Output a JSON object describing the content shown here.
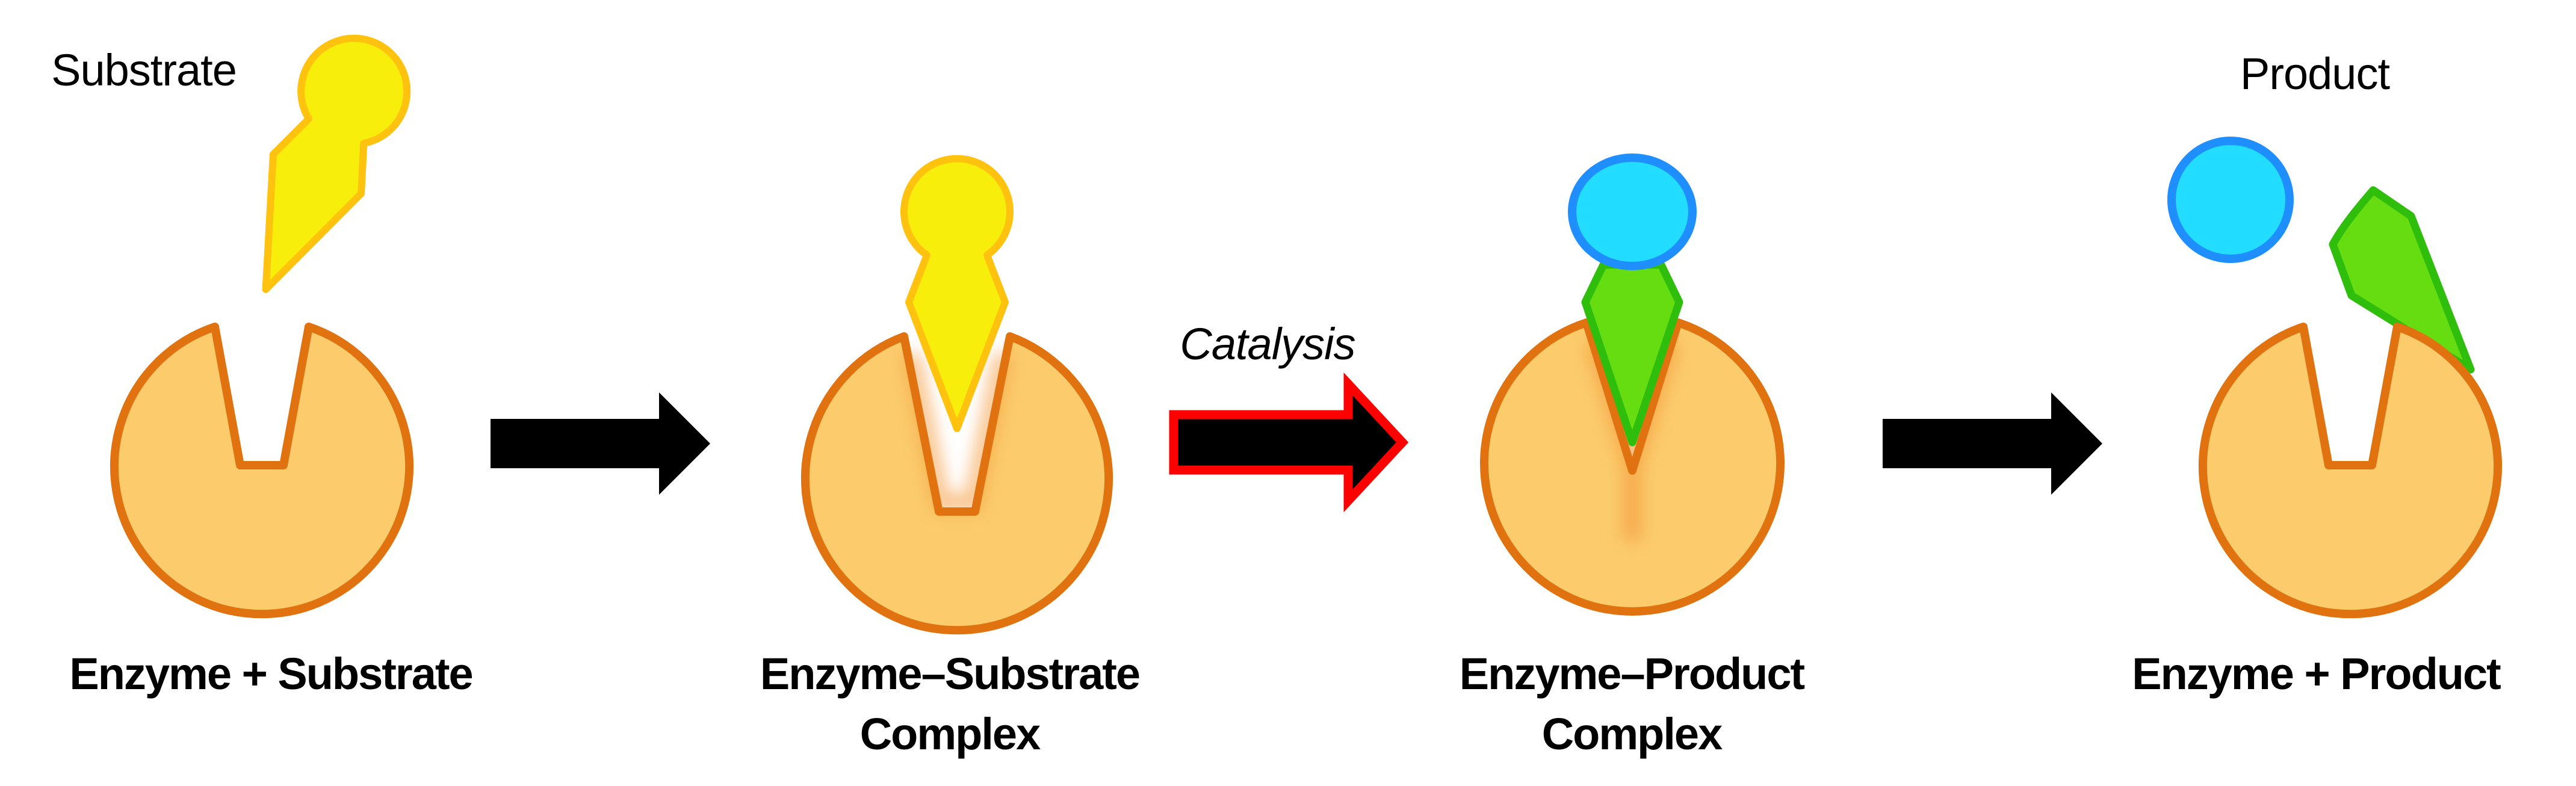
{
  "diagram": {
    "substrate_title": "Substrate",
    "product_title": "Product",
    "catalysis_label": "Catalysis",
    "stages": {
      "s1": "Enzyme + Substrate",
      "s2_line1": "Enzyme–Substrate",
      "s2_line2": "Complex",
      "s3_line1": "Enzyme–Product",
      "s3_line2": "Complex",
      "s4": "Enzyme + Product"
    }
  },
  "colors": {
    "background": "#FFFFFF",
    "text": "#000000",
    "enzyme_fill": "#FBCB6C",
    "enzyme_stroke": "#E0730F",
    "notch_glow": "#F59B3C",
    "substrate_fill": "#F8EE0B",
    "substrate_stroke": "#FFC20E",
    "product_ball_fill": "#22DDFF",
    "product_ball_stroke": "#1F8FFF",
    "product_dart_fill": "#66DD11",
    "product_dart_stroke": "#2FBE0C",
    "arrow_fill": "#000000",
    "catalysis_arrow_outline": "#FF0000"
  }
}
